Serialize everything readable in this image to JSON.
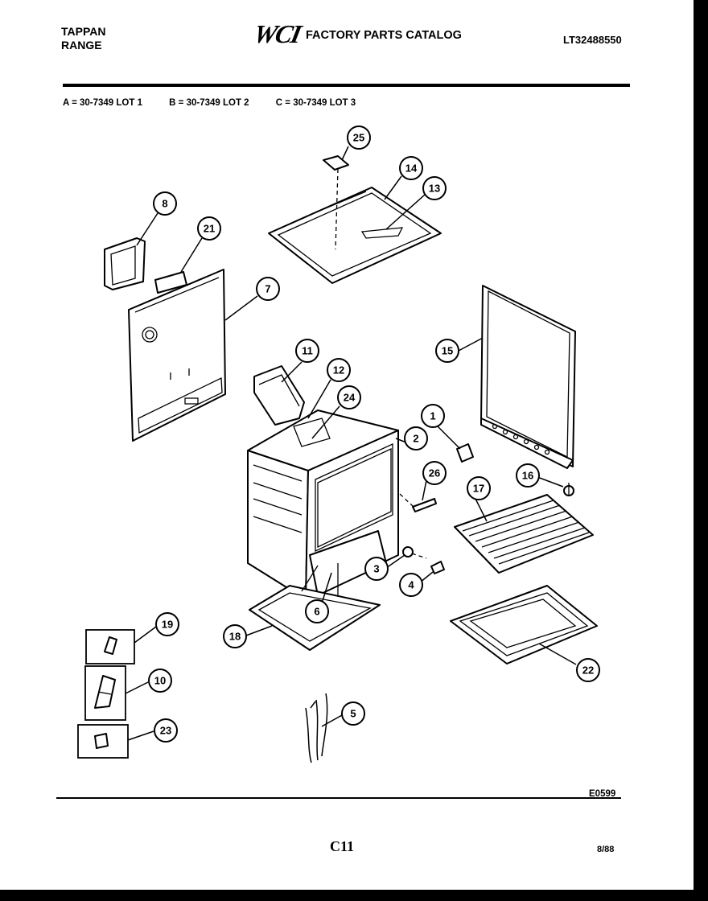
{
  "header": {
    "brand_line1": "TAPPAN",
    "brand_line2": "RANGE",
    "logo": "WCI",
    "catalog_title": "FACTORY PARTS CATALOG",
    "model_number": "LT32488550"
  },
  "lots": {
    "a": "A = 30-7349 LOT 1",
    "b": "B = 30-7349 LOT 2",
    "c": "C = 30-7349 LOT 3"
  },
  "callouts": [
    "25",
    "14",
    "13",
    "8",
    "21",
    "7",
    "15",
    "11",
    "12",
    "24",
    "1",
    "2",
    "26",
    "16",
    "17",
    "3",
    "4",
    "6",
    "19",
    "18",
    "22",
    "10",
    "5",
    "23"
  ],
  "footer": {
    "drawing_code": "E0599",
    "page_number": "C11",
    "date": "8/88"
  }
}
